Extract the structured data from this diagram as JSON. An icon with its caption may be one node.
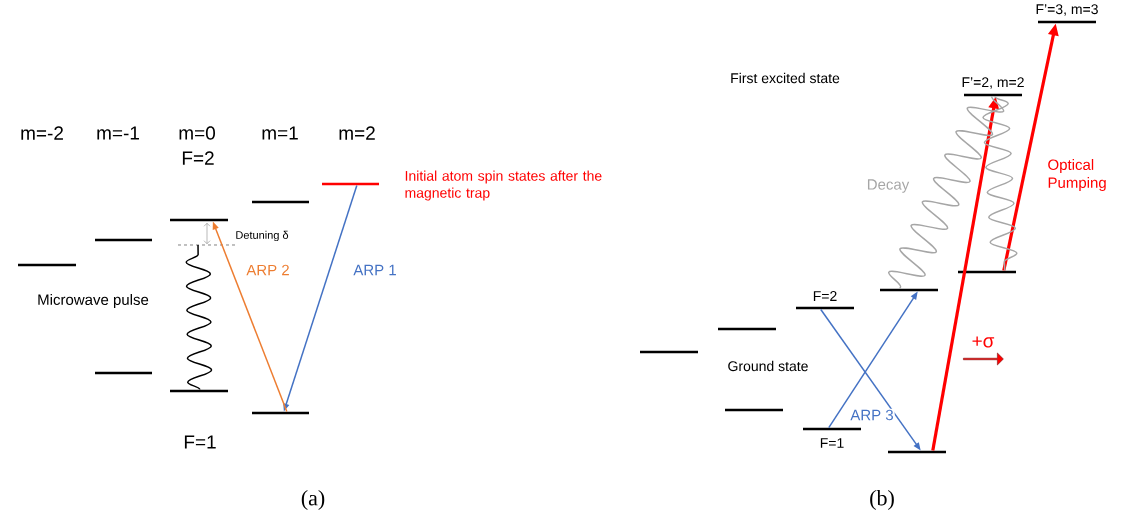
{
  "diagram": {
    "nodes": [
      {
        "text": [],
        "shape": "bar"
      },
      {
        "text": [],
        "shape": "bar"
      },
      {
        "text": [],
        "shape": "bar"
      },
      {
        "text": [],
        "shape": "bar"
      },
      {
        "text": [],
        "shape": "bar"
      },
      {
        "text": [],
        "shape": "bar"
      },
      {
        "text": [],
        "shape": "bar"
      },
      {
        "text": [],
        "shape": "bar",
        "beside": [
          "Initial atom spin states after the magnetic trap"
        ]
      },
      {
        "text": [
          "F’=3, m=3"
        ]
      },
      {
        "text": [
          "F’=2, m=2"
        ]
      },
      {
        "text": [],
        "shape": "bar"
      },
      {
        "text": [],
        "shape": "bar"
      },
      {
        "text": [
          "F=2"
        ]
      },
      {
        "text": [],
        "shape": "bar"
      },
      {
        "text": [],
        "shape": "bar"
      },
      {
        "text": [],
        "shape": "bar"
      },
      {
        "text": [
          "F=1"
        ]
      },
      {
        "text": [],
        "shape": "bar"
      }
    ],
    "edges": [
      {
        "from": 7,
        "to": 6,
        "arrow": "to",
        "label": "ARP 1"
      },
      {
        "from": 6,
        "to": 3,
        "arrow": "to",
        "label": "ARP 2",
        "color": "#ed7d31"
      },
      {
        "from": 4,
        "to": null,
        "arrow": "none",
        "color": "#000000"
      },
      {
        "from": 16,
        "to": 11,
        "arrow": "to",
        "label": "ARP 3"
      },
      {
        "from": 12,
        "to": 17,
        "arrow": "to"
      },
      {
        "from": 17,
        "to": 9,
        "arrow": "to",
        "style": "thick",
        "color": "#ff0000"
      },
      {
        "from": 10,
        "to": 8,
        "arrow": "to",
        "style": "thick",
        "color": "#ff0000",
        "label": "Optical Pumping"
      },
      {
        "from": 9,
        "to": 11,
        "arrow": "none",
        "color": "#a6a6a6",
        "label": "Decay"
      },
      {
        "from": 9,
        "to": 10,
        "arrow": "none",
        "color": "#a6a6a6"
      }
    ],
    "labels": [
      "m=-2",
      "m=-1",
      "m=0",
      "m=1",
      "m=2",
      "F=2",
      "Detuning δ",
      "Microwave pulse",
      "F=1",
      "(a)",
      "First excited state",
      "Ground state",
      "+σ",
      "(b)"
    ]
  }
}
